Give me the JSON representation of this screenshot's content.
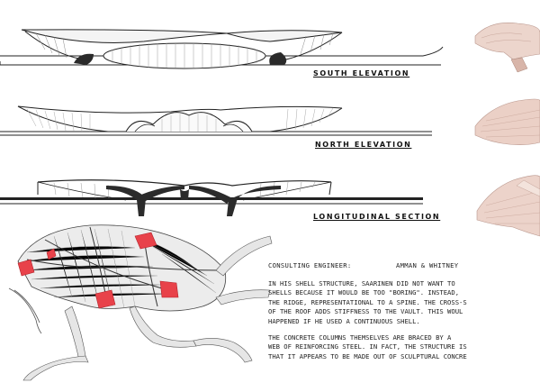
{
  "elevations": [
    {
      "label": "SOUTH ELEVATION"
    },
    {
      "label": "NORTH ELEVATION"
    },
    {
      "label": "LONGITUDINAL SECTION"
    }
  ],
  "notes": {
    "heading_label": "CONSULTING ENGINEER:",
    "heading_value": "AMMAN & WHITNEY",
    "paragraph1": [
      "IN HIS SHELL STRUCTURE, SAARINEN DID NOT WANT TO",
      "SHELLS BECAUSE IT WOULD BE TOO \"BORING\".  INSTEAD,",
      "THE RIDGE, REPRESENTATIONAL TO A SPINE.  THE CROSS-S",
      " OF THE ROOF ADDS STIFFNESS TO THE VAULT. THIS WOUL",
      "HAPPENED IF HE USED A CONTINUOUS SHELL."
    ],
    "paragraph2": [
      "THE CONCRETE COLUMNS THEMSELVES ARE BRACED BY A",
      "WEB OF REINFORCING STEEL.  IN FACT, THE STRUCTURE IS",
      "THAT IT APPEARS TO BE MADE OUT OF SCULPTURAL CONCRE"
    ]
  },
  "colors": {
    "ink": "#222222",
    "highlight_red": "#e8424a",
    "model_pink": "#e9cfc6"
  }
}
